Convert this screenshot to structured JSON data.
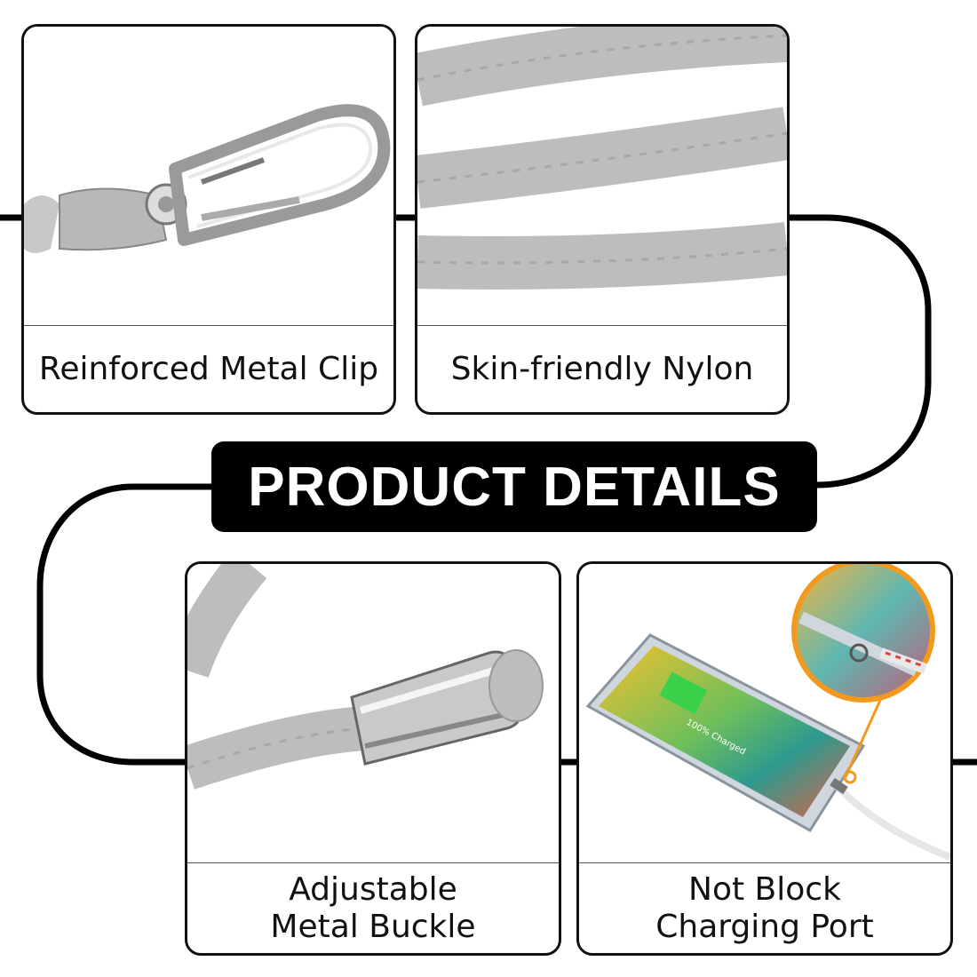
{
  "banner": {
    "title": "PRODUCT DETAILS"
  },
  "features": {
    "clip": {
      "caption": "Reinforced Metal Clip",
      "icon": "metal-clip-photo"
    },
    "nylon": {
      "caption": "Skin-friendly Nylon",
      "icon": "nylon-rope-photo"
    },
    "buckle": {
      "caption": "Adjustable\nMetal Buckle",
      "icon": "metal-buckle-photo"
    },
    "port": {
      "caption": "Not Block\nCharging Port",
      "icon": "phone-charging-photo",
      "screen_text": "100% Charged"
    }
  },
  "colors": {
    "rope": "#bdbdbd",
    "line": "#000000",
    "accent": "#f39a1e"
  }
}
